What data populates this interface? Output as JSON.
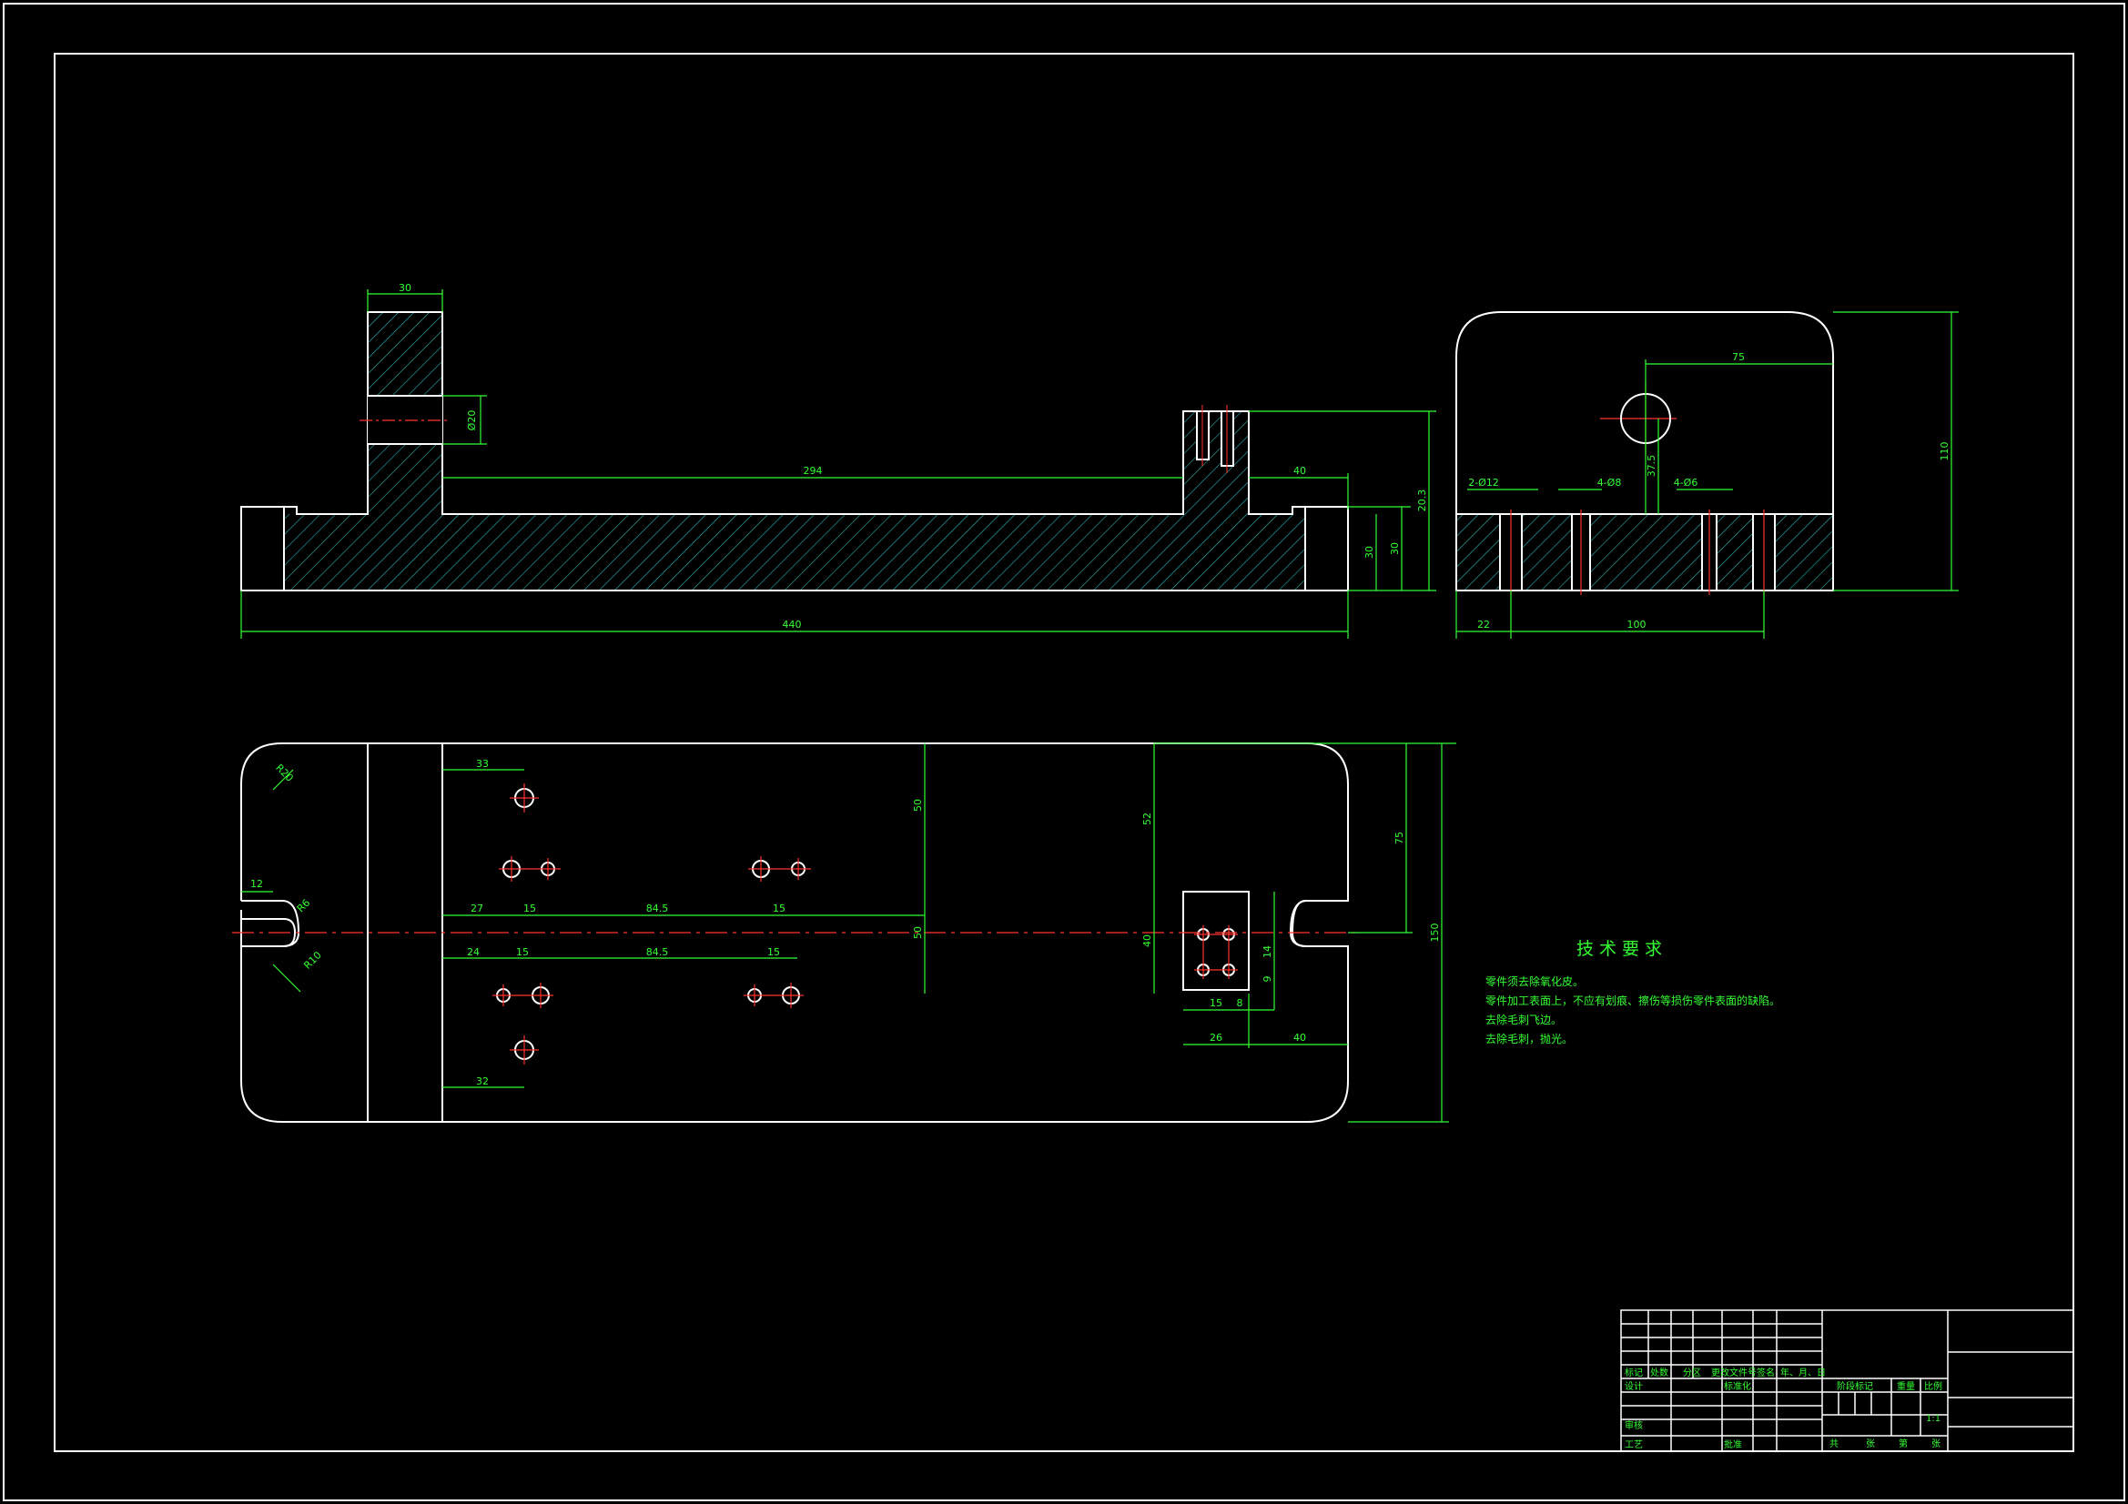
{
  "colors": {
    "background": "#000000",
    "outline": "#ffffff",
    "dimension": "#33ff33",
    "hatch": "#2fb5b5",
    "centerline": "#ff3333"
  },
  "front_view": {
    "dims": {
      "overall_length": "440",
      "boss_width": "30",
      "bore": "Ø20",
      "span": "294",
      "right_offset": "40",
      "height_1": "20.3",
      "height_2": "30",
      "height_3": "30"
    }
  },
  "side_view": {
    "dims": {
      "hole_offset": "75",
      "overall_height": "110",
      "hole_height": "37.5",
      "holes_a": "2-Ø12",
      "holes_b": "4-Ø8",
      "holes_c": "4-Ø6",
      "left_offset": "22",
      "spacing": "100"
    }
  },
  "top_view": {
    "dims": {
      "corner_radius": "R20",
      "slot_width": "12",
      "slot_r": "R6",
      "slot_r2": "R10",
      "upper_x": "33",
      "upper_y": "50",
      "lower_x": "32",
      "x27": "27",
      "x15a": "15",
      "pitch_a": "84.5",
      "x15b": "15",
      "x24": "24",
      "x15c": "15",
      "pitch_b": "84.5",
      "x15d": "15",
      "mid_y": "50",
      "pad_top": "52",
      "pad_h": "40",
      "pad_r1": "14",
      "pad_r2": "9",
      "pad_b1": "15",
      "pad_b2": "8",
      "pad_x": "26",
      "pad_edge": "40",
      "right_75": "75",
      "right_150": "150"
    }
  },
  "tech_requirements": {
    "title": "技术要求",
    "items": [
      "零件须去除氧化皮。",
      "零件加工表面上，不应有划痕、擦伤等损伤零件表面的缺陷。",
      "去除毛刺飞边。",
      "去除毛刺，抛光。"
    ]
  },
  "title_block": {
    "h_mark": "标记",
    "h_count": "处数",
    "h_zone": "分区",
    "h_doc": "更改文件号",
    "h_sign": "签名",
    "h_date": "年、月、日",
    "design": "设计",
    "standard": "标准化",
    "review": "审核",
    "process": "工艺",
    "approve": "批准",
    "stage": "阶段标记",
    "weight": "重量",
    "scale_label": "比例",
    "scale_value": "1:1",
    "sheets_total": "共",
    "sheets_unit": "张",
    "sheet_no": "第",
    "sheet_unit2": "张"
  }
}
